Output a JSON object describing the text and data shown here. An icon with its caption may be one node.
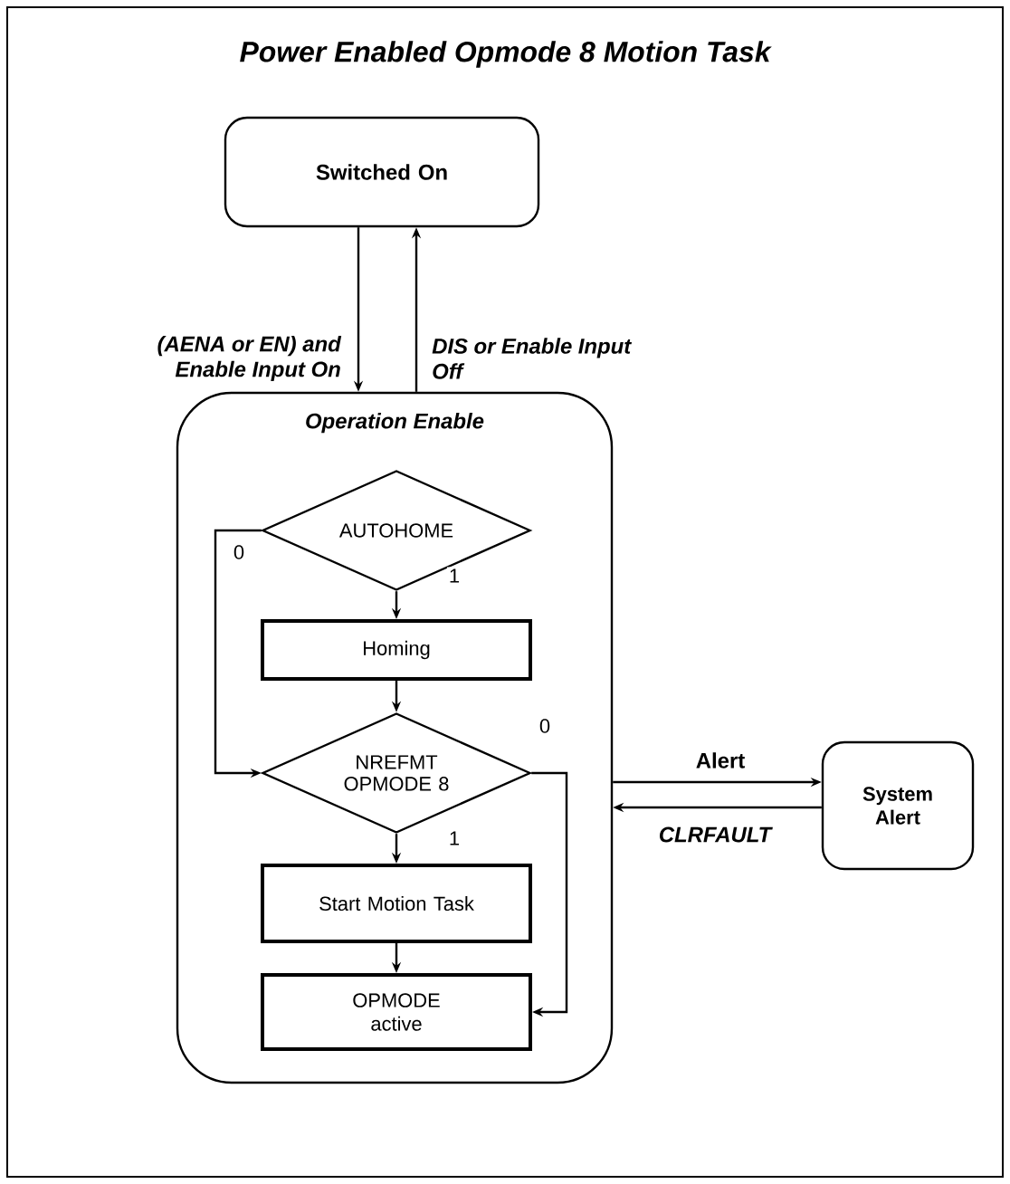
{
  "diagram": {
    "title": "Power Enabled Opmode 8 Motion Task",
    "nodes": [
      {
        "text": [
          "Switched On"
        ]
      },
      {
        "text": [
          "Operation Enable"
        ]
      },
      {
        "text": [
          "AUTOHOME"
        ],
        "in": 1
      },
      {
        "text": [
          "Homing"
        ],
        "in": 1
      },
      {
        "text": [
          "NREFMT OPMODE 8"
        ],
        "in": 1
      },
      {
        "text": [
          "Start Motion Task"
        ],
        "in": 1
      },
      {
        "text": [
          "OPMODE active"
        ],
        "in": 1
      },
      {
        "text": [
          "System Alert"
        ]
      }
    ],
    "edges": [
      {
        "from": 0,
        "to": 1,
        "arrow": "to",
        "label": "(AENA or EN) and Enable Input On"
      },
      {
        "from": 1,
        "to": 0,
        "arrow": "to",
        "label": "DIS or Enable Input Off"
      },
      {
        "from": 2,
        "to": 3,
        "arrow": "to",
        "label": "1"
      },
      {
        "from": 2,
        "to": 4,
        "arrow": "to",
        "label": "0"
      },
      {
        "from": 3,
        "to": 4,
        "arrow": "to"
      },
      {
        "from": 4,
        "to": 5,
        "arrow": "to",
        "label": "1"
      },
      {
        "from": 4,
        "to": 6,
        "arrow": "to",
        "label": "0"
      },
      {
        "from": 5,
        "to": 6,
        "arrow": "to"
      },
      {
        "from": 1,
        "to": 7,
        "arrow": "to",
        "label": "Alert"
      },
      {
        "from": 7,
        "to": 1,
        "arrow": "to",
        "label": "CLRFAULT"
      }
    ]
  }
}
